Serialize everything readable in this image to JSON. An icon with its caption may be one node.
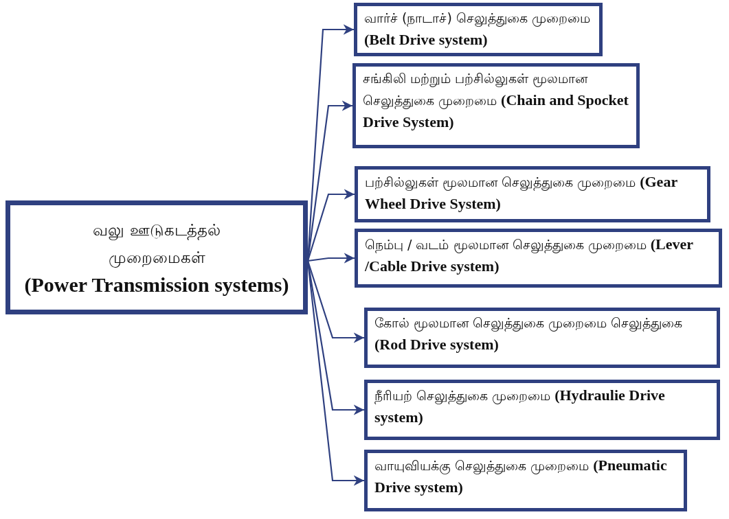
{
  "diagram": {
    "nodes": [
      {
        "text": [
          "வலு ஊடுகடத்தல் முறைமைகள்",
          "(Power Transmission systems)"
        ]
      },
      {
        "text": [
          "வார்ச் (நாடாச்) செலுத்துகை முறைமை **(Belt Drive system)**"
        ]
      },
      {
        "text": [
          "சங்கிலி மற்றும் பற்சில்லுகள் மூலமான செலுத்துகை முறைமை **(Chain and Spocket Drive System)**"
        ]
      },
      {
        "text": [
          "பற்சில்லுகள் மூலமான செலுத்துகை முறைமை **(Gear Wheel Drive System)**"
        ]
      },
      {
        "text": [
          "நெம்பு / வடம் மூலமான செலுத்துகை முறைமை **(Lever /Cable Drive system)**"
        ]
      },
      {
        "text": [
          "கோல் மூலமான செலுத்துகை முறைமை செலுத்துகை **(Rod Drive system)**"
        ]
      },
      {
        "text": [
          "நீரியற் செலுத்துகை முறைமை **(Hydraulie Drive system)**"
        ]
      },
      {
        "text": [
          "வாயுவியக்கு செலுத்துகை முறைமை **(Pneumatic Drive system)**"
        ]
      }
    ],
    "edges": [
      {
        "from": 0,
        "to": 1,
        "arrow": "to"
      },
      {
        "from": 0,
        "to": 2,
        "arrow": "to"
      },
      {
        "from": 0,
        "to": 3,
        "arrow": "to"
      },
      {
        "from": 0,
        "to": 4,
        "arrow": "to"
      },
      {
        "from": 0,
        "to": 5,
        "arrow": "to"
      },
      {
        "from": 0,
        "to": 6,
        "arrow": "to"
      },
      {
        "from": 0,
        "to": 7,
        "arrow": "to"
      }
    ]
  }
}
